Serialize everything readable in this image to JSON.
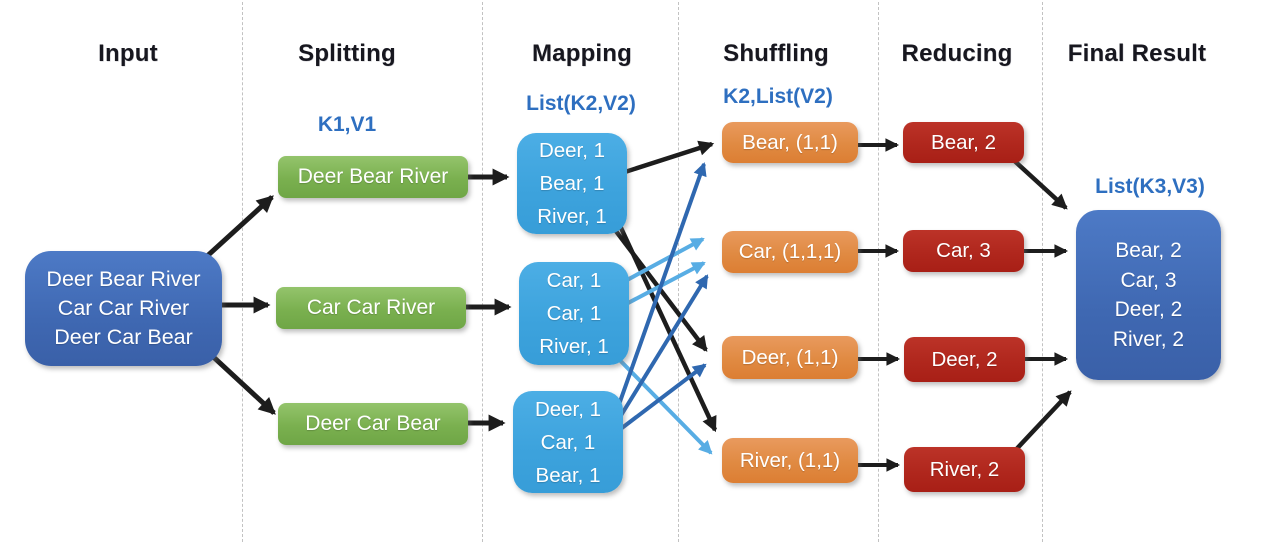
{
  "headers": [
    "Input",
    "Splitting",
    "Mapping",
    "Shuffling",
    "Reducing",
    "Final Result"
  ],
  "phase_labels": {
    "splitting": "K1,V1",
    "mapping": "List(K2,V2)",
    "shuffling": "K2,List(V2)",
    "final": "List(K3,V3)"
  },
  "input_box": {
    "lines": [
      "Deer Bear River",
      "Car Car River",
      "Deer Car Bear"
    ]
  },
  "split_boxes": [
    {
      "label": "Deer Bear River"
    },
    {
      "label": "Car Car River"
    },
    {
      "label": "Deer Car Bear"
    }
  ],
  "map_boxes": [
    {
      "lines": [
        "Deer, 1",
        "Bear, 1",
        "River, 1"
      ]
    },
    {
      "lines": [
        "Car, 1",
        "Car, 1",
        "River, 1"
      ]
    },
    {
      "lines": [
        "Deer, 1",
        "Car, 1",
        "Bear, 1"
      ]
    }
  ],
  "shuffle_boxes": [
    {
      "label": "Bear, (1,1)"
    },
    {
      "label": "Car, (1,1,1)"
    },
    {
      "label": "Deer, (1,1)"
    },
    {
      "label": "River, (1,1)"
    }
  ],
  "reduce_boxes": [
    {
      "label": "Bear, 2"
    },
    {
      "label": "Car, 3"
    },
    {
      "label": "Deer, 2"
    },
    {
      "label": "River, 2"
    }
  ],
  "final_box": {
    "lines": [
      "Bear, 2",
      "Car, 3",
      "Deer, 2",
      "River, 2"
    ]
  },
  "colors": {
    "input_final_blue": "#3f68b2",
    "split_green": "#7ab04f",
    "map_blue": "#3da3dd",
    "shuffle_orange": "#e08a42",
    "reduce_red": "#b0271d",
    "label_blue": "#2e6fc0",
    "header_black": "#17171f",
    "arrow_black": "#1d1d1d",
    "arrow_dark_blue": "#2f68b0",
    "arrow_light_blue": "#58ade4"
  }
}
